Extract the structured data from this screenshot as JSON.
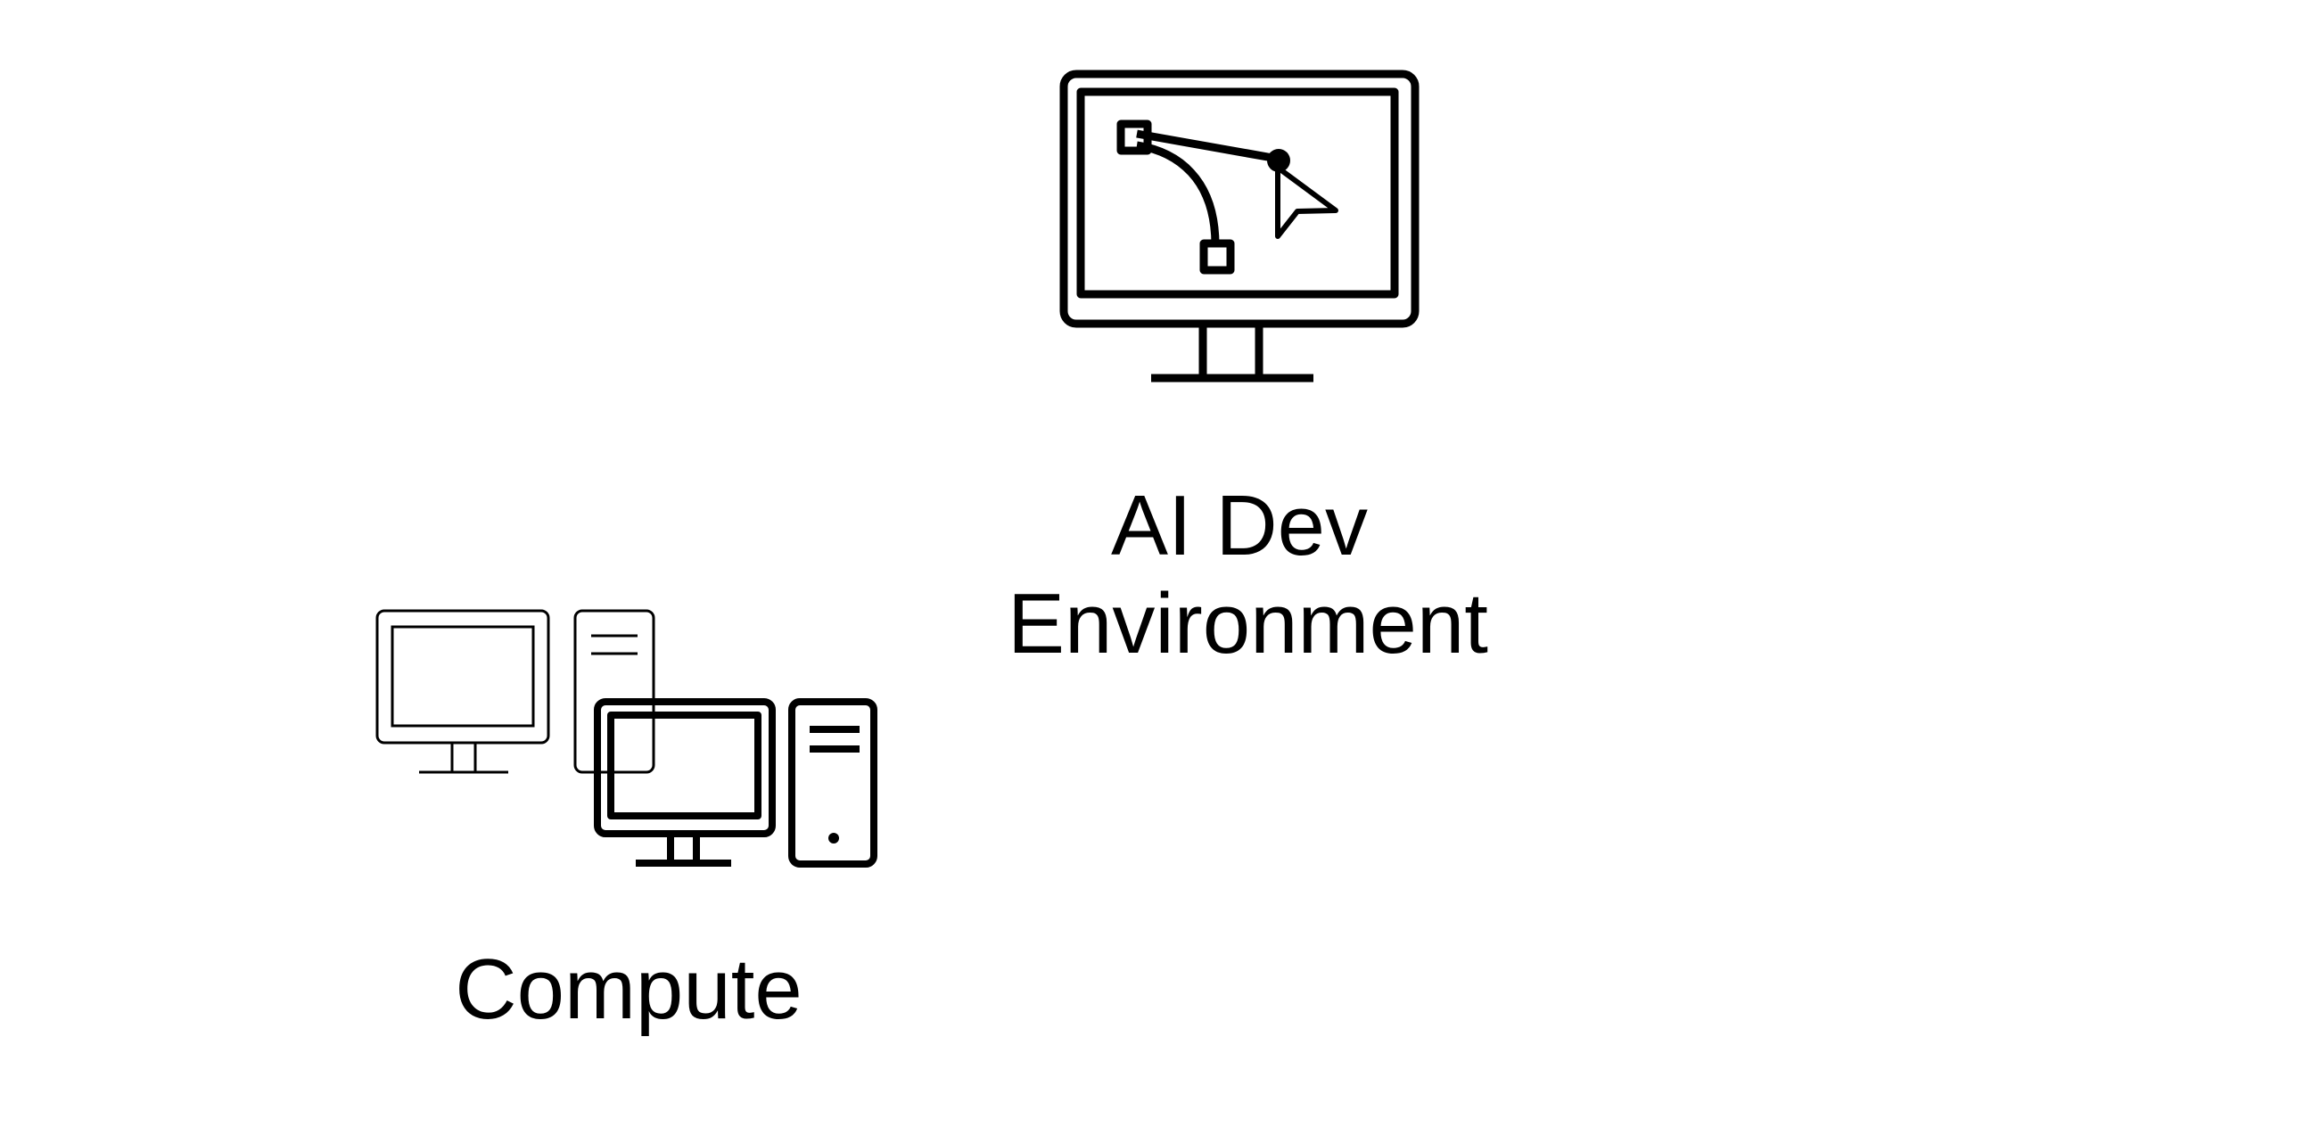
{
  "colors": {
    "background": "#ffffff",
    "ink": "#000000"
  },
  "nodes": [
    {
      "id": "ai-dev-environment",
      "icon": "monitor-bezier-pen-icon",
      "label_lines": [
        "AI Dev",
        "Environment"
      ]
    },
    {
      "id": "compute",
      "icon": "desktop-computers-icon",
      "label_lines": [
        "Compute"
      ]
    }
  ]
}
